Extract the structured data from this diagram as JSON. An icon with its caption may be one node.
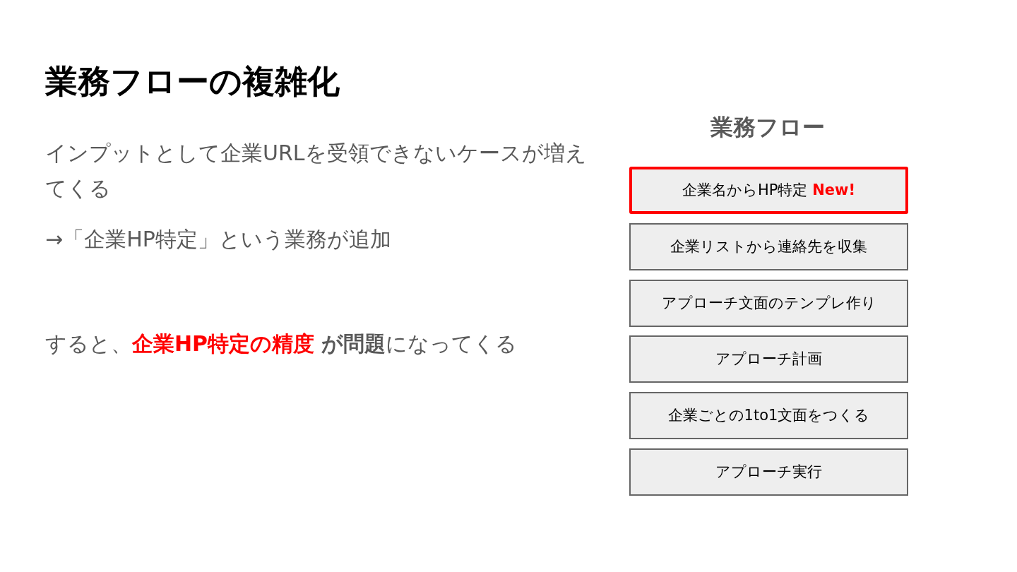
{
  "diagram": {
    "title": "業務フローの複雑化",
    "nodes": [
      {
        "text": [
          "企業名からHP特定 **New!**"
        ]
      },
      {
        "text": [
          "企業リストから連絡先を収集"
        ]
      },
      {
        "text": [
          "アプローチ文面のテンプレ作り"
        ]
      },
      {
        "text": [
          "アプローチ計画"
        ]
      },
      {
        "text": [
          "企業ごとの1to1文面をつくる"
        ]
      },
      {
        "text": [
          "アプローチ実行"
        ]
      }
    ],
    "labels": [
      "インプットとして企業URLを受領できないケースが増えてくる",
      "→「企業HP特定」という業務が追加",
      "すると、**企業HP特定の精度** **が問題**になってくる",
      "業務フロー"
    ]
  }
}
